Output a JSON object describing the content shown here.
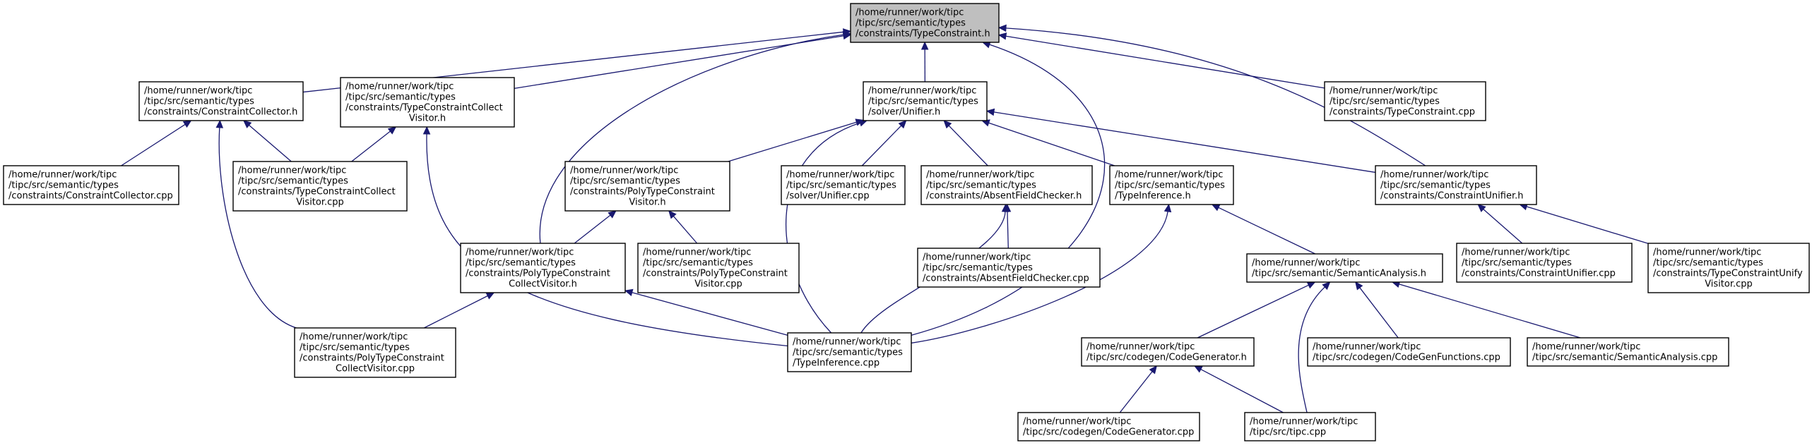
{
  "colors": {
    "edge": "#191970",
    "root_fill": "#bfbfbf",
    "node_fill": "#ffffff",
    "node_border": "#000000"
  },
  "nodes": [
    {
      "id": "TypeConstraint_h",
      "root": true,
      "lines": [
        "/home/runner/work/tipc",
        "/tipc/src/semantic/types",
        "/constraints/TypeConstraint.h"
      ]
    },
    {
      "id": "ConstraintCollector_h",
      "lines": [
        "/home/runner/work/tipc",
        "/tipc/src/semantic/types",
        "/constraints/ConstraintCollector.h"
      ]
    },
    {
      "id": "TypeConstraintCollectVisitor_h",
      "lines": [
        "/home/runner/work/tipc",
        "/tipc/src/semantic/types",
        "/constraints/TypeConstraintCollect",
        "Visitor.h"
      ]
    },
    {
      "id": "Unifier_h",
      "lines": [
        "/home/runner/work/tipc",
        "/tipc/src/semantic/types",
        "/solver/Unifier.h"
      ]
    },
    {
      "id": "TypeConstraint_cpp",
      "lines": [
        "/home/runner/work/tipc",
        "/tipc/src/semantic/types",
        "/constraints/TypeConstraint.cpp"
      ]
    },
    {
      "id": "ConstraintCollector_cpp",
      "lines": [
        "/home/runner/work/tipc",
        "/tipc/src/semantic/types",
        "/constraints/ConstraintCollector.cpp"
      ]
    },
    {
      "id": "TypeConstraintCollectVisitor_cpp",
      "lines": [
        "/home/runner/work/tipc",
        "/tipc/src/semantic/types",
        "/constraints/TypeConstraintCollect",
        "Visitor.cpp"
      ]
    },
    {
      "id": "PolyTypeConstraintVisitor_h",
      "lines": [
        "/home/runner/work/tipc",
        "/tipc/src/semantic/types",
        "/constraints/PolyTypeConstraint",
        "Visitor.h"
      ]
    },
    {
      "id": "Unifier_cpp",
      "lines": [
        "/home/runner/work/tipc",
        "/tipc/src/semantic/types",
        "/solver/Unifier.cpp"
      ]
    },
    {
      "id": "AbsentFieldChecker_h",
      "lines": [
        "/home/runner/work/tipc",
        "/tipc/src/semantic/types",
        "/constraints/AbsentFieldChecker.h"
      ]
    },
    {
      "id": "TypeInference_h",
      "lines": [
        "/home/runner/work/tipc",
        "/tipc/src/semantic/types",
        "/TypeInference.h"
      ]
    },
    {
      "id": "ConstraintUnifier_h",
      "lines": [
        "/home/runner/work/tipc",
        "/tipc/src/semantic/types",
        "/constraints/ConstraintUnifier.h"
      ]
    },
    {
      "id": "PolyTypeConstraintCollectVisitor_h",
      "lines": [
        "/home/runner/work/tipc",
        "/tipc/src/semantic/types",
        "/constraints/PolyTypeConstraint",
        "CollectVisitor.h"
      ]
    },
    {
      "id": "PolyTypeConstraintVisitor_cpp",
      "lines": [
        "/home/runner/work/tipc",
        "/tipc/src/semantic/types",
        "/constraints/PolyTypeConstraint",
        "Visitor.cpp"
      ]
    },
    {
      "id": "AbsentFieldChecker_cpp",
      "lines": [
        "/home/runner/work/tipc",
        "/tipc/src/semantic/types",
        "/constraints/AbsentFieldChecker.cpp"
      ]
    },
    {
      "id": "SemanticAnalysis_h",
      "lines": [
        "/home/runner/work/tipc",
        "/tipc/src/semantic/SemanticAnalysis.h"
      ]
    },
    {
      "id": "ConstraintUnifier_cpp",
      "lines": [
        "/home/runner/work/tipc",
        "/tipc/src/semantic/types",
        "/constraints/ConstraintUnifier.cpp"
      ]
    },
    {
      "id": "TypeConstraintUnifyVisitor_cpp",
      "lines": [
        "/home/runner/work/tipc",
        "/tipc/src/semantic/types",
        "/constraints/TypeConstraintUnify",
        "Visitor.cpp"
      ]
    },
    {
      "id": "PolyTypeConstraintCollectVisitor_cpp",
      "lines": [
        "/home/runner/work/tipc",
        "/tipc/src/semantic/types",
        "/constraints/PolyTypeConstraint",
        "CollectVisitor.cpp"
      ]
    },
    {
      "id": "TypeInference_cpp",
      "lines": [
        "/home/runner/work/tipc",
        "/tipc/src/semantic/types",
        "/TypeInference.cpp"
      ]
    },
    {
      "id": "CodeGenerator_h",
      "lines": [
        "/home/runner/work/tipc",
        "/tipc/src/codegen/CodeGenerator.h"
      ]
    },
    {
      "id": "CodeGenFunctions_cpp",
      "lines": [
        "/home/runner/work/tipc",
        "/tipc/src/codegen/CodeGenFunctions.cpp"
      ]
    },
    {
      "id": "SemanticAnalysis_cpp",
      "lines": [
        "/home/runner/work/tipc",
        "/tipc/src/semantic/SemanticAnalysis.cpp"
      ]
    },
    {
      "id": "CodeGenerator_cpp",
      "lines": [
        "/home/runner/work/tipc",
        "/tipc/src/codegen/CodeGenerator.cpp"
      ]
    },
    {
      "id": "tipc_cpp",
      "lines": [
        "/home/runner/work/tipc",
        "/tipc/src/tipc.cpp"
      ]
    }
  ],
  "edges": [
    {
      "from": "TypeConstraint_h",
      "to": "ConstraintCollector_h"
    },
    {
      "from": "TypeConstraint_h",
      "to": "TypeConstraintCollectVisitor_h"
    },
    {
      "from": "TypeConstraint_h",
      "to": "Unifier_h"
    },
    {
      "from": "TypeConstraint_h",
      "to": "TypeConstraint_cpp"
    },
    {
      "from": "TypeConstraint_h",
      "to": "PolyTypeConstraintCollectVisitor_h"
    },
    {
      "from": "TypeConstraint_h",
      "to": "TypeInference_cpp"
    },
    {
      "from": "TypeConstraint_h",
      "to": "ConstraintUnifier_h"
    },
    {
      "from": "ConstraintCollector_h",
      "to": "ConstraintCollector_cpp"
    },
    {
      "from": "ConstraintCollector_h",
      "to": "TypeConstraintCollectVisitor_cpp"
    },
    {
      "from": "ConstraintCollector_h",
      "to": "PolyTypeConstraintCollectVisitor_cpp"
    },
    {
      "from": "TypeConstraintCollectVisitor_h",
      "to": "TypeConstraintCollectVisitor_cpp"
    },
    {
      "from": "TypeConstraintCollectVisitor_h",
      "to": "TypeInference_cpp"
    },
    {
      "from": "Unifier_h",
      "to": "PolyTypeConstraintVisitor_h"
    },
    {
      "from": "Unifier_h",
      "to": "Unifier_cpp"
    },
    {
      "from": "Unifier_h",
      "to": "AbsentFieldChecker_h"
    },
    {
      "from": "Unifier_h",
      "to": "TypeInference_h"
    },
    {
      "from": "Unifier_h",
      "to": "ConstraintUnifier_h"
    },
    {
      "from": "Unifier_h",
      "to": "TypeInference_cpp"
    },
    {
      "from": "PolyTypeConstraintVisitor_h",
      "to": "PolyTypeConstraintCollectVisitor_h"
    },
    {
      "from": "PolyTypeConstraintVisitor_h",
      "to": "PolyTypeConstraintVisitor_cpp"
    },
    {
      "from": "AbsentFieldChecker_h",
      "to": "AbsentFieldChecker_cpp"
    },
    {
      "from": "AbsentFieldChecker_h",
      "to": "TypeInference_cpp"
    },
    {
      "from": "TypeInference_h",
      "to": "SemanticAnalysis_h"
    },
    {
      "from": "TypeInference_h",
      "to": "TypeInference_cpp"
    },
    {
      "from": "ConstraintUnifier_h",
      "to": "ConstraintUnifier_cpp"
    },
    {
      "from": "ConstraintUnifier_h",
      "to": "TypeConstraintUnifyVisitor_cpp"
    },
    {
      "from": "PolyTypeConstraintCollectVisitor_h",
      "to": "PolyTypeConstraintCollectVisitor_cpp"
    },
    {
      "from": "PolyTypeConstraintCollectVisitor_h",
      "to": "TypeInference_cpp"
    },
    {
      "from": "SemanticAnalysis_h",
      "to": "CodeGenerator_h"
    },
    {
      "from": "SemanticAnalysis_h",
      "to": "CodeGenFunctions_cpp"
    },
    {
      "from": "SemanticAnalysis_h",
      "to": "SemanticAnalysis_cpp"
    },
    {
      "from": "SemanticAnalysis_h",
      "to": "tipc_cpp"
    },
    {
      "from": "CodeGenerator_h",
      "to": "CodeGenerator_cpp"
    },
    {
      "from": "CodeGenerator_h",
      "to": "tipc_cpp"
    }
  ]
}
